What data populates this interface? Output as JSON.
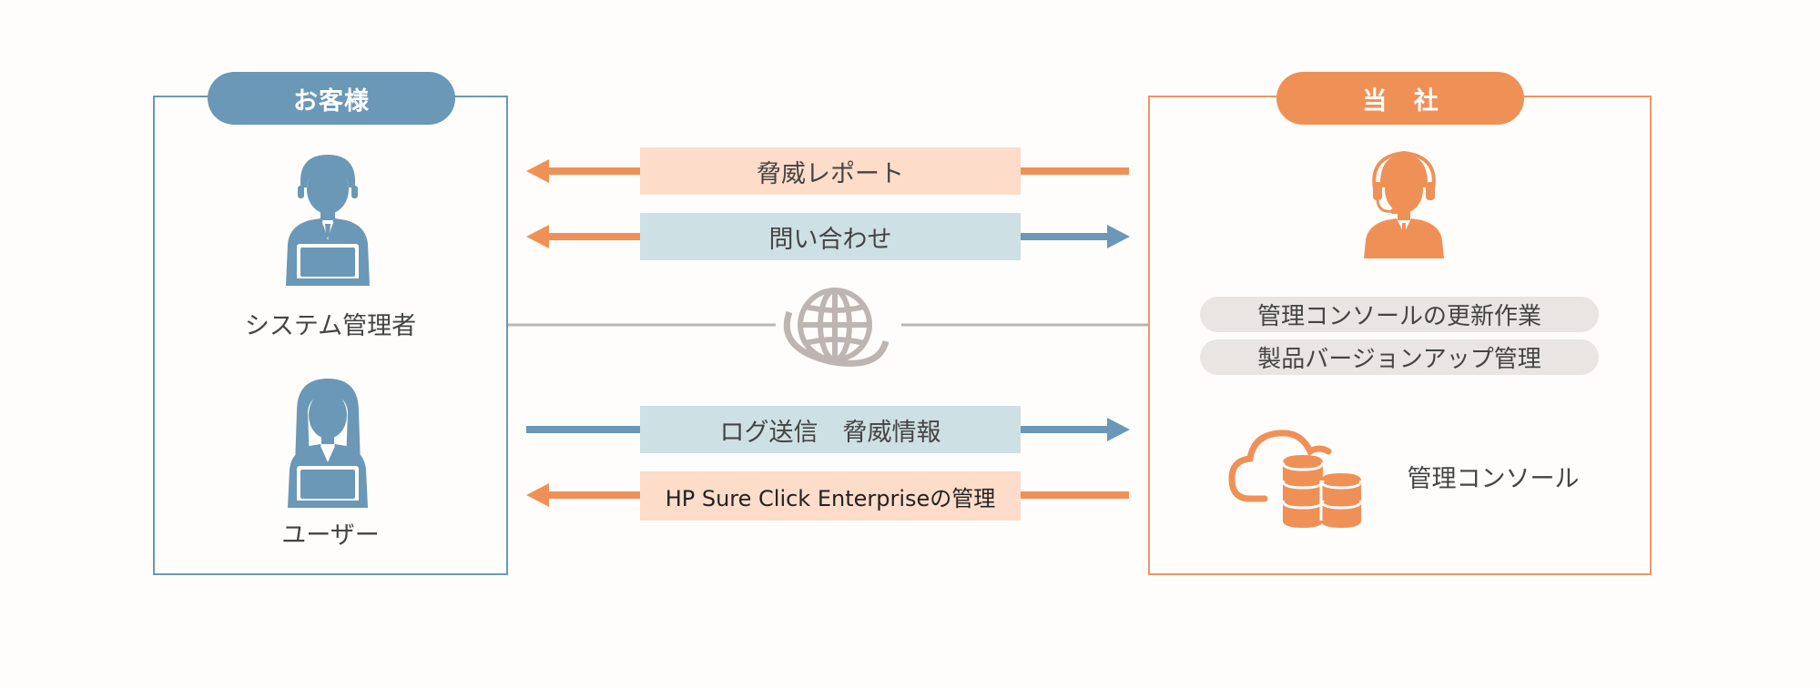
{
  "customer": {
    "title": "お客様",
    "admin_label": "システム管理者",
    "user_label": "ユーザー"
  },
  "company": {
    "title": "当 社",
    "tasks": [
      "管理コンソールの更新作業",
      "製品バージョンアップ管理"
    ],
    "console_label": "管理コンソール"
  },
  "flows": {
    "threat_report": "脅威レポート",
    "inquiry": "問い合わせ",
    "log_threat": "ログ送信　脅威情報",
    "management": "HP Sure Click Enterpriseの管理"
  },
  "colors": {
    "customer_blue": "#6a98b6",
    "company_orange": "#ef9157",
    "peach_fill": "#fddcca",
    "blue_fill": "#cde0e4",
    "network_gray": "#bdb5b1"
  },
  "icons": {
    "admin": "businessman-laptop-icon",
    "user": "businesswoman-laptop-icon",
    "support": "headset-operator-icon",
    "network": "globe-icon",
    "console": "cloud-database-icon"
  }
}
